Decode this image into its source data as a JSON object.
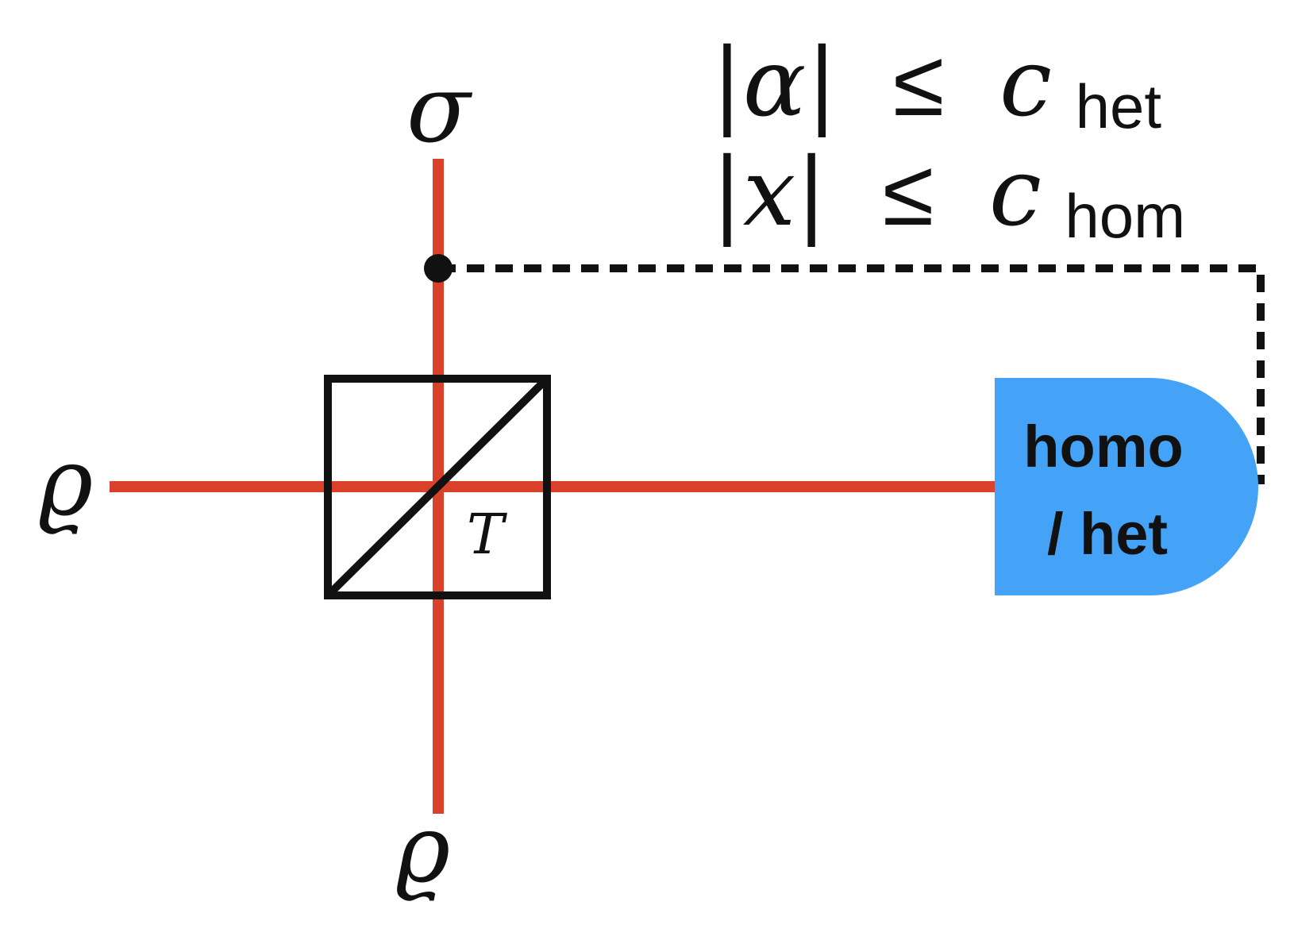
{
  "diagram": {
    "colors": {
      "beam": "#D9412B",
      "outline": "#111111",
      "detector_fill": "#45A3F7"
    },
    "labels": {
      "input_left": "ϱ",
      "input_bottom": "ϱ",
      "output_top": "σ",
      "beamsplitter": "T"
    },
    "detector": {
      "line1": "homo",
      "line2": "/ het"
    },
    "conditions": [
      {
        "lhs": "|α|",
        "relation": "≤",
        "symbol": "c",
        "subscript": "het"
      },
      {
        "lhs": "|x|",
        "relation": "≤",
        "symbol": "c",
        "subscript": "hom"
      }
    ]
  }
}
